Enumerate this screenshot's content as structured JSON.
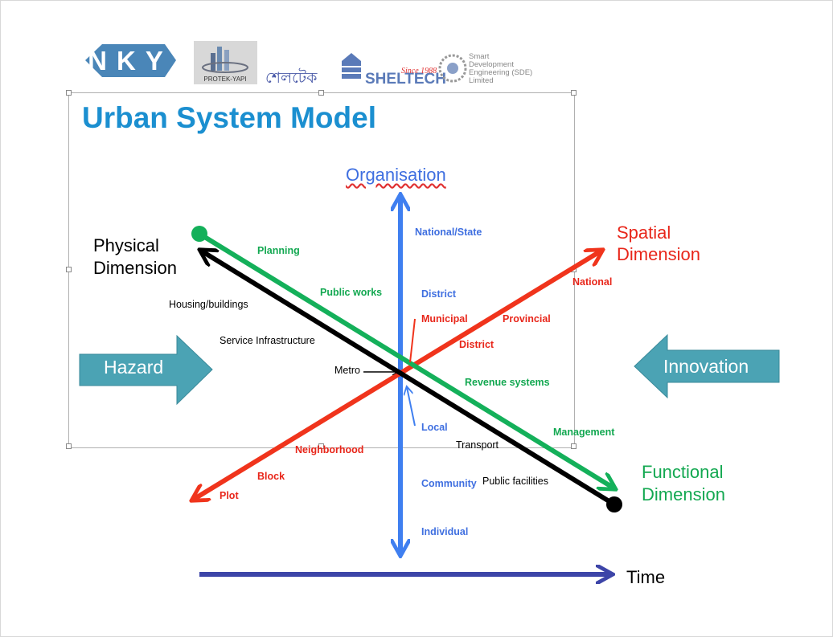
{
  "logos": {
    "nky": "NKY",
    "protek": "PROTEK-YAPI",
    "sheltech_bn": "শেলটেক",
    "sheltech": "SHELTECH",
    "since": "Since 1988",
    "sde_line1": "Smart",
    "sde_line2": "Development",
    "sde_line3": "Engineering (SDE)",
    "sde_line4": "Limited"
  },
  "title": "Urban System Model",
  "axes": {
    "organisation": "Organisation",
    "spatial_line1": "Spatial",
    "spatial_line2": "Dimension",
    "physical_line1": "Physical",
    "physical_line2": "Dimension",
    "functional_line1": "Functional",
    "functional_line2": "Dimension",
    "time": "Time"
  },
  "organisation_levels": [
    "National/State",
    "District",
    "Local",
    "Community",
    "Individual"
  ],
  "spatial_levels": [
    "National",
    "Provincial",
    "District",
    "Municipal",
    "Metro",
    "Neighborhood",
    "Block",
    "Plot"
  ],
  "physical_levels": [
    "Housing/buildings",
    "Service Infrastructure",
    "Transport",
    "Public facilities"
  ],
  "functional_levels": [
    "Planning",
    "Public works",
    "Revenue systems",
    "Management"
  ],
  "side_arrows": {
    "left": "Hazard",
    "right": "Innovation",
    "fill": "#4ba3b4"
  },
  "colors": {
    "organisation": "#3f7ff0",
    "spatial": "#f0341c",
    "physical": "#000000",
    "functional": "#14b05a",
    "time": "#3d45a8",
    "title": "#1b8fd0"
  }
}
